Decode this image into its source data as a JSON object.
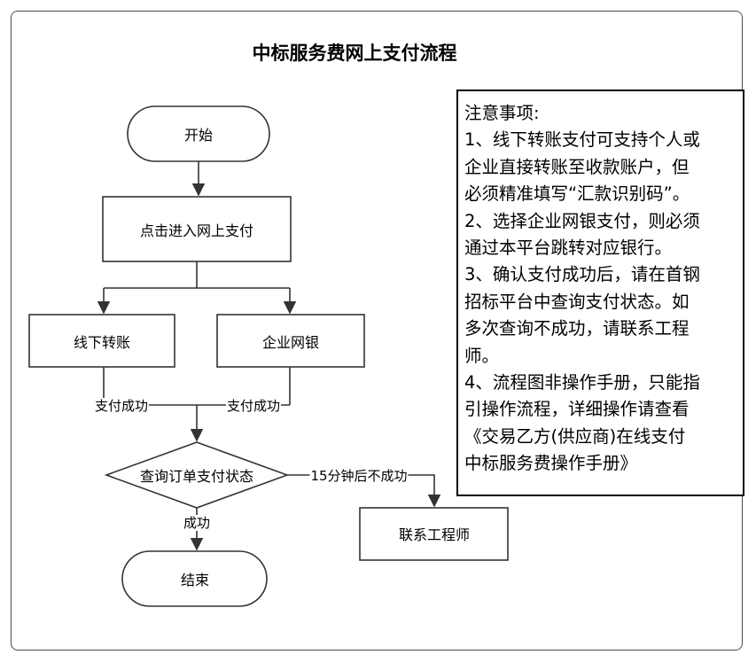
{
  "title": "中标服务费网上支付流程",
  "nodes": {
    "start": "开始",
    "click_online": "点击进入网上支付",
    "offline_transfer": "线下转账",
    "corporate_bank": "企业网银",
    "query_status": "查询订单支付状态",
    "contact_engineer": "联系工程师",
    "end": "结束"
  },
  "edges": {
    "pay_success_left": "支付成功",
    "pay_success_right": "支付成功",
    "success": "成功",
    "timeout_fail": "15分钟后不成功"
  },
  "notes": {
    "lines": [
      "注意事项:",
      "1、线下转账支付可支持个人或",
      "企业直接转账至收款账户，但",
      "必须精准填写“汇款识别码”。",
      "2、选择企业网银支付，则必须",
      "通过本平台跳转对应银行。",
      "3、确认支付成功后，请在首钢",
      "招标平台中查询支付状态。如",
      "多次查询不成功，请联系工程",
      "师。",
      "4、流程图非操作手册，只能指",
      "引操作流程，详细操作请查看",
      "《交易乙方(供应商)在线支付",
      "中标服务费操作手册》"
    ]
  },
  "colors": {
    "stroke": "#333333",
    "frame": "#4a4a4a"
  }
}
